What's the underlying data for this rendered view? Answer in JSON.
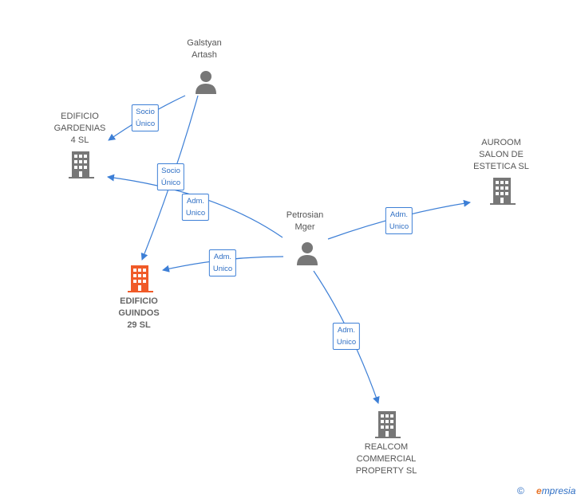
{
  "colors": {
    "edge": "#3d7fd6",
    "person": "#777777",
    "company": "#777777",
    "highlight": "#f05a28"
  },
  "nodes": {
    "galstyan": {
      "label": "Galstyan\nArtash",
      "icon": "person-icon"
    },
    "petrosian": {
      "label": "Petrosian\nMger",
      "icon": "person-icon"
    },
    "gardenias": {
      "label": "EDIFICIO\nGARDENIAS\n4  SL",
      "icon": "building-icon"
    },
    "auroom": {
      "label": "AUROOM\nSALON DE\nESTETICA  SL",
      "icon": "building-icon"
    },
    "guindos": {
      "label": "EDIFICIO\nGUINDOS\n29  SL",
      "icon": "building-icon"
    },
    "realcom": {
      "label": "REALCOM\nCOMMERCIAL\nPROPERTY  SL",
      "icon": "building-icon"
    }
  },
  "edges": {
    "e1": "Socio\nÚnico",
    "e2": "Socio\nÚnico",
    "e3": "Adm.\nUnico",
    "e4": "Adm.\nUnico",
    "e5": "Adm.\nUnico",
    "e6": "Adm.\nUnico"
  },
  "footer": {
    "copyright": "©",
    "brand_first": "e",
    "brand_rest": "mpresia"
  }
}
